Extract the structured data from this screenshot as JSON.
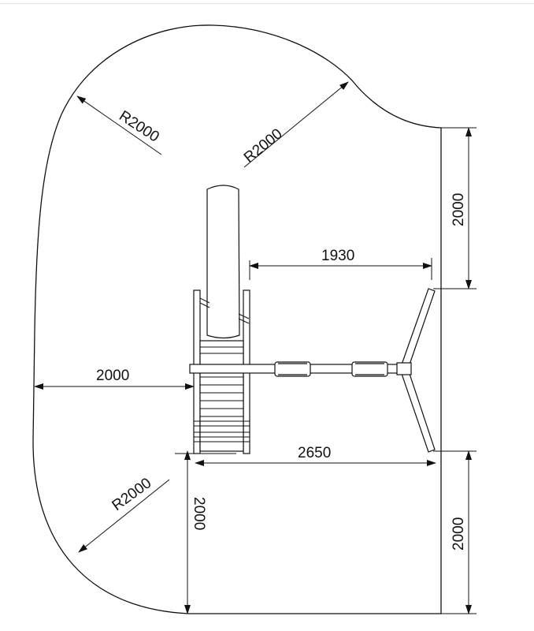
{
  "title": "Playground safety zone plan",
  "dimensions": {
    "radius_top_left": "R2000",
    "radius_top_middle": "R2000",
    "radius_bottom_left": "R2000",
    "right_top": "2000",
    "right_bottom": "2000",
    "slide_to_swing": "1930",
    "left_clearance": "2000",
    "overall_width": "2650",
    "bottom_left_vertical": "2000"
  },
  "colors": {
    "line": "#111111",
    "background": "#ffffff"
  }
}
